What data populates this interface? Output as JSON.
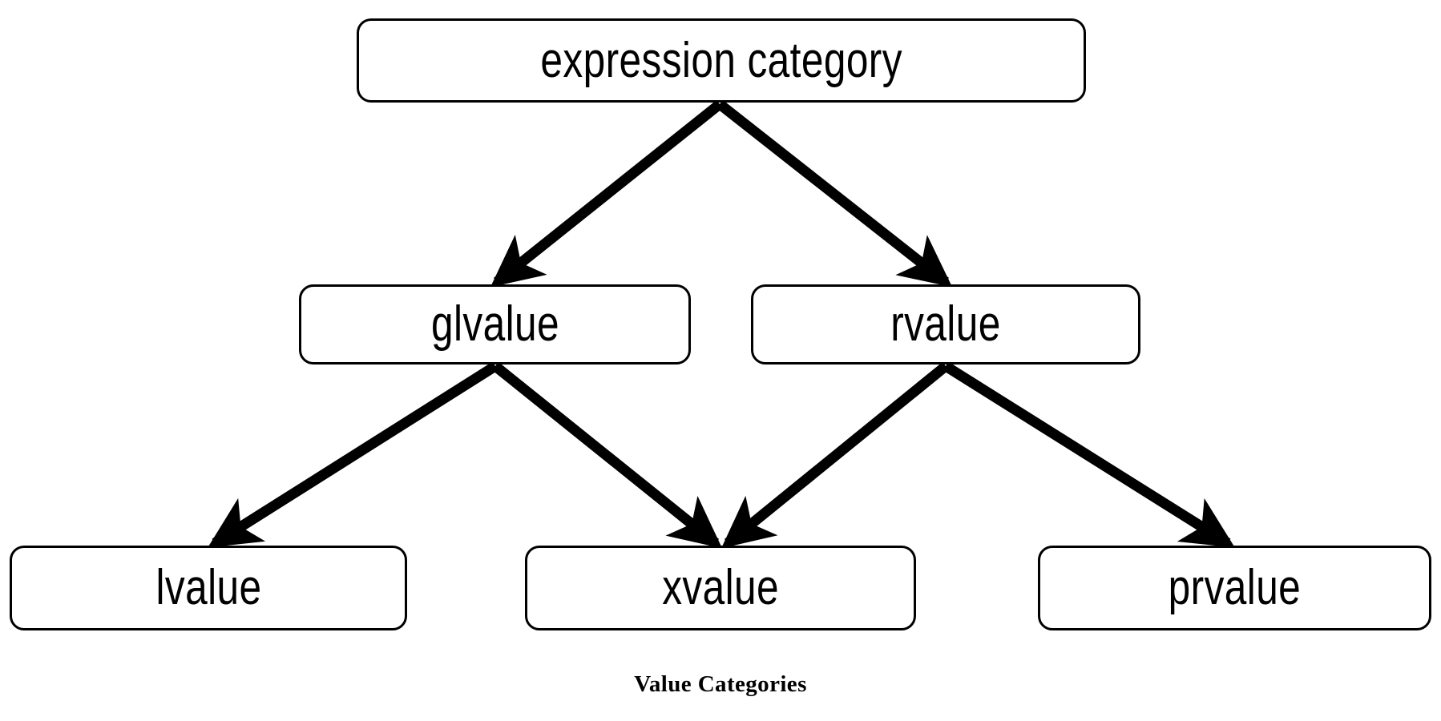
{
  "figure": {
    "caption": "Value Categories",
    "background_color": "#ffffff",
    "stroke_color": "#000000"
  },
  "nodes": [
    {
      "id": "root",
      "label": "expression category"
    },
    {
      "id": "glvalue",
      "label": "glvalue"
    },
    {
      "id": "rvalue",
      "label": "rvalue"
    },
    {
      "id": "lvalue",
      "label": "lvalue"
    },
    {
      "id": "xvalue",
      "label": "xvalue"
    },
    {
      "id": "prvalue",
      "label": "prvalue"
    }
  ],
  "edges": [
    {
      "from": "expression category",
      "to": "glvalue"
    },
    {
      "from": "expression category",
      "to": "rvalue"
    },
    {
      "from": "glvalue",
      "to": "lvalue"
    },
    {
      "from": "glvalue",
      "to": "xvalue"
    },
    {
      "from": "rvalue",
      "to": "xvalue"
    },
    {
      "from": "rvalue",
      "to": "prvalue"
    }
  ]
}
